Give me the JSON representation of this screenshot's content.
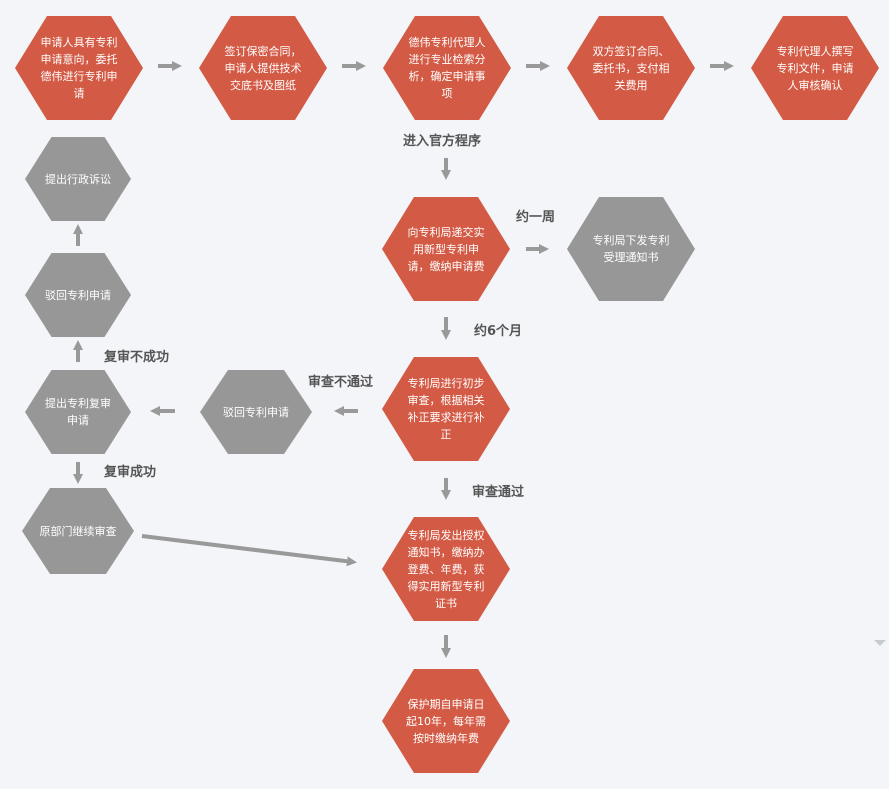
{
  "nodes": {
    "n1": "申请人具有专利申请意向，委托德伟进行专利申请",
    "n2": "签订保密合同，申请人提供技术交底书及图纸",
    "n3": "德伟专利代理人进行专业检索分析，确定申请事项",
    "n4": "双方签订合同、委托书，支付相关费用",
    "n5": "专利代理人撰写专利文件，申请人审核确认",
    "n6": "向专利局递交实用新型专利申请，缴纳申请费",
    "n7": "专利局下发专利受理通知书",
    "n8": "专利局进行初步审查，根据相关补正要求进行补正",
    "n9": "驳回专利申请",
    "n10": "提出专利复审申请",
    "n11": "驳回专利申请",
    "n12": "提出行政诉讼",
    "n13": "原部门继续审查",
    "n14": "专利局发出授权通知书，缴纳办登费、年费，获得实用新型专利证书",
    "n15": "保护期自申请日起10年，每年需按时缴纳年费"
  },
  "labels": {
    "official": "进入官方程序",
    "week": "约一周",
    "six_months": "约6个月",
    "review_fail": "审查不通过",
    "review_pass": "审查通过",
    "reexam_fail": "复审不成功",
    "reexam_ok": "复审成功"
  },
  "colors": {
    "red": "#d35a45",
    "gray": "#979797",
    "arrow": "#999999",
    "background": "#f3f5f8"
  }
}
